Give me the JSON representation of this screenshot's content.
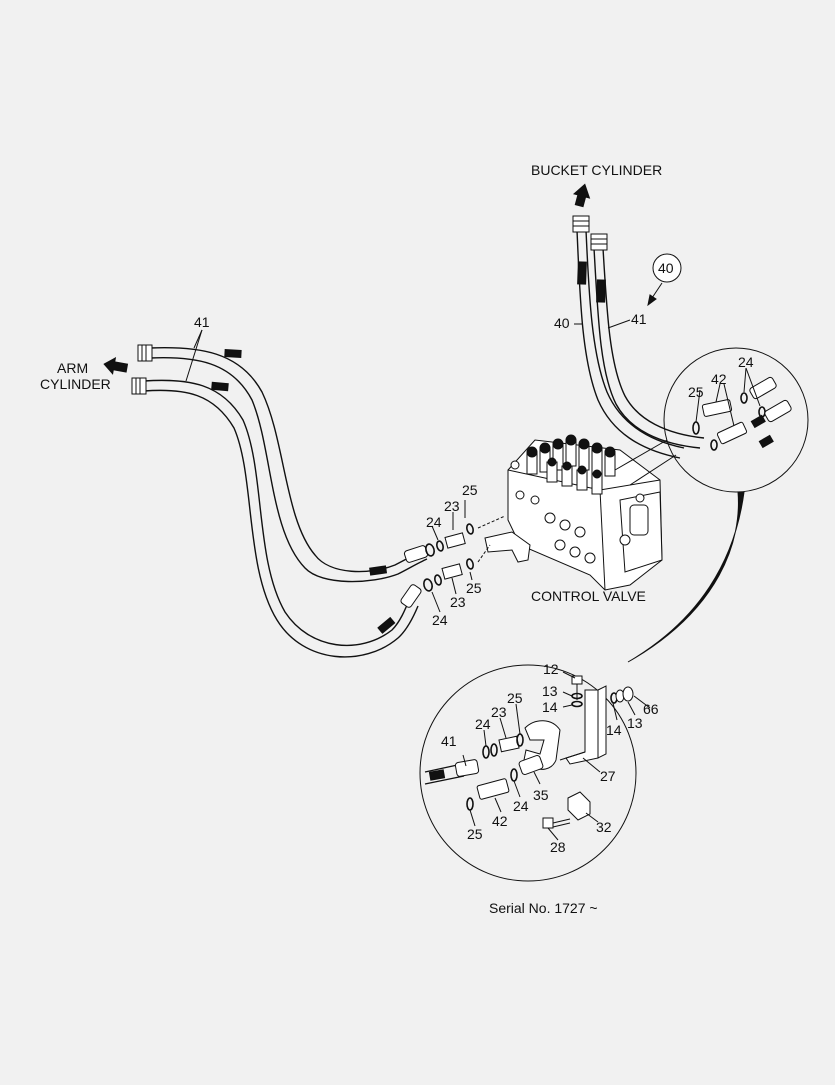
{
  "labels": {
    "bucket_cylinder": "BUCKET CYLINDER",
    "arm_line1": "ARM",
    "arm_line2": "CYLINDER",
    "control_valve": "CONTROL VALVE",
    "serial": "Serial No. 1727 ~"
  },
  "parts": {
    "p12": "12",
    "p13": "13",
    "p14": "14",
    "p23": "23",
    "p24": "24",
    "p25": "25",
    "p27": "27",
    "p28": "28",
    "p32": "32",
    "p35": "35",
    "p40": "40",
    "p41": "41",
    "p42": "42",
    "p66": "66"
  },
  "icons": {
    "arrow": "direction-arrow-icon"
  }
}
